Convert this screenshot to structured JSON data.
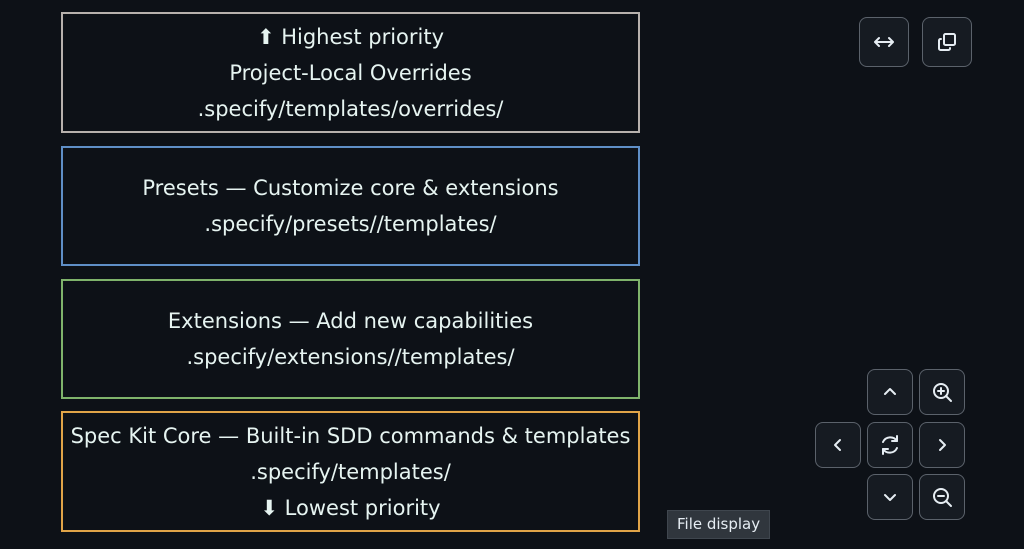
{
  "diagram": {
    "layers": [
      {
        "lines": [
          "⬆ Highest priority",
          "Project-Local Overrides",
          ".specify/templates/overrides/"
        ],
        "border_color": "#b7b1ad"
      },
      {
        "lines": [
          "Presets — Customize core & extensions",
          ".specify/presets//templates/"
        ],
        "border_color": "#5f8fc7"
      },
      {
        "lines": [
          "Extensions — Add new capabilities",
          ".specify/extensions//templates/"
        ],
        "border_color": "#7fb36b"
      },
      {
        "lines": [
          "Spec Kit Core — Built-in SDD commands & templates",
          ".specify/templates/",
          "⬇ Lowest priority"
        ],
        "border_color": "#e0a448"
      }
    ]
  },
  "controls": {
    "top": [
      {
        "name": "full-width-button",
        "icon": "arrows-horizontal-icon"
      },
      {
        "name": "copy-button",
        "icon": "copy-icon"
      }
    ],
    "pan_zoom": [
      {
        "name": "pan-up-button",
        "icon": "chevron-up-icon"
      },
      {
        "name": "zoom-in-button",
        "icon": "zoom-in-icon"
      },
      {
        "name": "pan-left-button",
        "icon": "chevron-left-icon"
      },
      {
        "name": "reset-view-button",
        "icon": "refresh-icon"
      },
      {
        "name": "pan-right-button",
        "icon": "chevron-right-icon"
      },
      {
        "name": "pan-down-button",
        "icon": "chevron-down-icon"
      },
      {
        "name": "zoom-out-button",
        "icon": "zoom-out-icon"
      }
    ]
  },
  "tooltip": {
    "text": "File display"
  },
  "colors": {
    "background": "#0d1117",
    "text": "#e6f4f1"
  }
}
